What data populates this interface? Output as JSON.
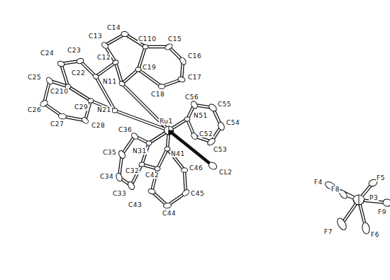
{
  "diagram": {
    "labels": [
      "C13",
      "C14",
      "C110",
      "C15",
      "C16",
      "C17",
      "C18",
      "C19",
      "C12",
      "N11",
      "C23",
      "C24",
      "C22",
      "C25",
      "C210",
      "N21",
      "C29",
      "C28",
      "C56",
      "C55",
      "Ru1",
      "N51",
      "C54",
      "C26",
      "C27",
      "C36",
      "N31",
      "N41",
      "C52",
      "C53",
      "C35",
      "C32",
      "C46",
      "CL2",
      "C34",
      "C42",
      "C33",
      "C45",
      "C43",
      "C44",
      "F4",
      "F5",
      "F8",
      "P3",
      "F9",
      "F7",
      "F6"
    ]
  }
}
